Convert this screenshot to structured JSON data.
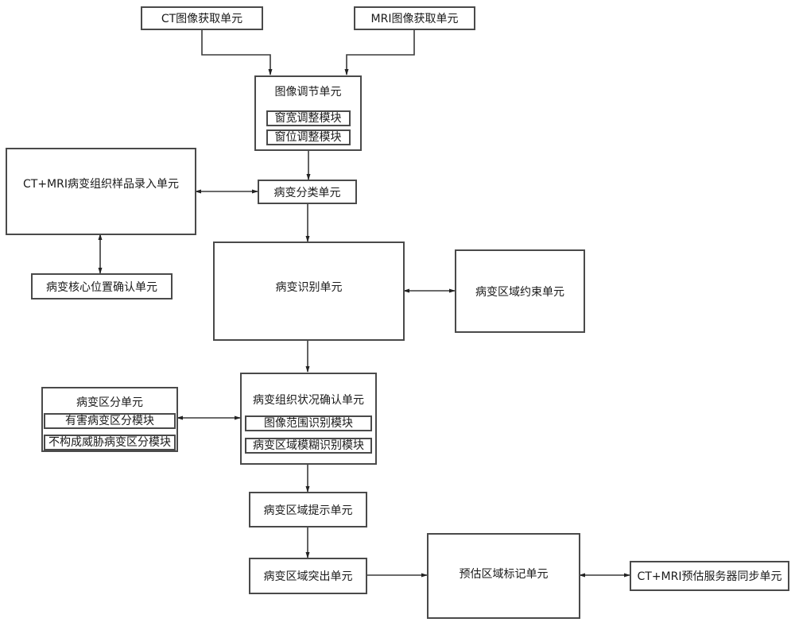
{
  "diagram": {
    "nodes": {
      "ct_acquire": "CT图像获取单元",
      "mri_acquire": "MRI图像获取单元",
      "image_adjust": {
        "title": "图像调节单元",
        "modules": [
          "窗宽调整模块",
          "窗位调整模块"
        ]
      },
      "sample_entry": "CT+MRI病变组织样品录入单元",
      "core_position": "病变核心位置确认单元",
      "classify": "病变分类单元",
      "identify": "病变识别单元",
      "region_constraint": "病变区域约束单元",
      "distinguish": {
        "title": "病变区分单元",
        "modules": [
          "有害病变区分模块",
          "不构成威胁病变区分模块"
        ]
      },
      "tissue_confirm": {
        "title": "病变组织状况确认单元",
        "modules": [
          "图像范围识别模块",
          "病变区域模糊识别模块"
        ]
      },
      "region_prompt": "病变区域提示单元",
      "region_highlight": "病变区域突出单元",
      "estimate_mark": "预估区域标记单元",
      "server_sync": "CT+MRI预估服务器同步单元"
    },
    "edges": [
      {
        "from": "ct_acquire",
        "to": "image_adjust",
        "type": "arrow"
      },
      {
        "from": "mri_acquire",
        "to": "image_adjust",
        "type": "arrow"
      },
      {
        "from": "image_adjust",
        "to": "classify",
        "type": "arrow"
      },
      {
        "from": "sample_entry",
        "to": "classify",
        "type": "bidirectional"
      },
      {
        "from": "sample_entry",
        "to": "core_position",
        "type": "bidirectional"
      },
      {
        "from": "classify",
        "to": "identify",
        "type": "arrow"
      },
      {
        "from": "identify",
        "to": "region_constraint",
        "type": "bidirectional"
      },
      {
        "from": "identify",
        "to": "tissue_confirm",
        "type": "arrow"
      },
      {
        "from": "distinguish",
        "to": "tissue_confirm",
        "type": "bidirectional"
      },
      {
        "from": "tissue_confirm",
        "to": "region_prompt",
        "type": "arrow"
      },
      {
        "from": "region_prompt",
        "to": "region_highlight",
        "type": "arrow"
      },
      {
        "from": "region_highlight",
        "to": "estimate_mark",
        "type": "arrow"
      },
      {
        "from": "estimate_mark",
        "to": "server_sync",
        "type": "bidirectional"
      }
    ]
  }
}
